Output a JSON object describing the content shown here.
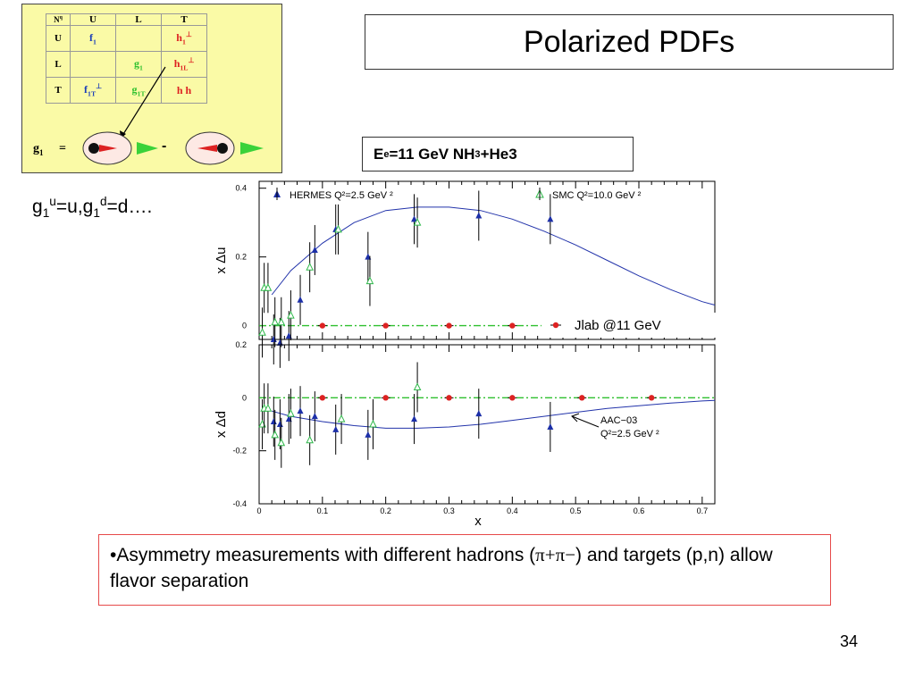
{
  "slide": {
    "title": "Polarized PDFs",
    "page_number": "34",
    "energy": {
      "prefix": "E",
      "sub": "e",
      "mid": " =11 GeV  NH",
      "sub2": "3",
      "suffix": "+He3"
    },
    "formula": {
      "a": "g",
      "a_sub": "1",
      "a_sup": "u",
      "b": "=u,g",
      "b_sub": "1",
      "b_sup": "d",
      "c": "=d…."
    },
    "bullet": {
      "text1": "•Asymmetry measurements with different hadrons (",
      "pi": "π+π−",
      "text2": ") and targets (p,n) allow flavor separation"
    }
  },
  "tmd_table": {
    "corner_n": "N",
    "corner_q": "q",
    "col_headers": [
      "U",
      "L",
      "T"
    ],
    "row_headers": [
      "U",
      "L",
      "T"
    ],
    "cells": [
      [
        "f",
        "",
        "h"
      ],
      [
        "",
        "g",
        "h"
      ],
      [
        "f",
        "g",
        "h  h"
      ]
    ],
    "g1_label": "g",
    "g1_sub": "1",
    "equals": "=",
    "minus": "-"
  },
  "chart_data": [
    {
      "type": "scatter",
      "ylabel": "x Δu",
      "ylim": [
        -0.04,
        0.42
      ],
      "yticks": [
        0,
        0.2,
        0.4
      ],
      "xlim": [
        0,
        0.72
      ],
      "series": [
        {
          "name": "HERMES Q²=2.5 GeV ²",
          "marker": "triangle",
          "color": "#1c2fa8",
          "points": [
            [
              0.023,
              -0.04
            ],
            [
              0.033,
              -0.05
            ],
            [
              0.047,
              -0.03
            ],
            [
              0.065,
              0.075
            ],
            [
              0.088,
              0.22
            ],
            [
              0.121,
              0.28
            ],
            [
              0.172,
              0.2
            ],
            [
              0.245,
              0.31
            ],
            [
              0.347,
              0.32
            ],
            [
              0.46,
              0.31
            ]
          ]
        },
        {
          "name": "SMC Q²=10.0 GeV ²",
          "marker": "triangle-open",
          "color": "#2fb84a",
          "points": [
            [
              0.005,
              -0.02
            ],
            [
              0.008,
              0.11
            ],
            [
              0.014,
              0.11
            ],
            [
              0.025,
              0.01
            ],
            [
              0.035,
              0.01
            ],
            [
              0.05,
              0.03
            ],
            [
              0.08,
              0.17
            ],
            [
              0.125,
              0.28
            ],
            [
              0.175,
              0.13
            ],
            [
              0.25,
              0.3
            ]
          ]
        },
        {
          "name": "Jlab @11 GeV",
          "marker": "circle",
          "color": "#dd2222",
          "points": [
            [
              0.1,
              0
            ],
            [
              0.2,
              0
            ],
            [
              0.3,
              0
            ],
            [
              0.4,
              0
            ],
            [
              0.51,
              0
            ],
            [
              0.62,
              0
            ]
          ]
        }
      ],
      "curve": [
        [
          0.02,
          0.09
        ],
        [
          0.05,
          0.16
        ],
        [
          0.1,
          0.24
        ],
        [
          0.15,
          0.3
        ],
        [
          0.2,
          0.335
        ],
        [
          0.25,
          0.345
        ],
        [
          0.3,
          0.345
        ],
        [
          0.35,
          0.335
        ],
        [
          0.4,
          0.31
        ],
        [
          0.45,
          0.275
        ],
        [
          0.5,
          0.235
        ],
        [
          0.55,
          0.19
        ],
        [
          0.6,
          0.145
        ],
        [
          0.65,
          0.105
        ],
        [
          0.7,
          0.07
        ],
        [
          0.72,
          0.06
        ]
      ]
    },
    {
      "type": "scatter",
      "ylabel": "x Δd",
      "xlabel": "x",
      "ylim": [
        -0.4,
        0.2
      ],
      "yticks": [
        -0.4,
        -0.2,
        0,
        0.2
      ],
      "xlim": [
        0,
        0.72
      ],
      "xticks": [
        0,
        0.1,
        0.2,
        0.3,
        0.4,
        0.5,
        0.6,
        0.7
      ],
      "annotation": {
        "line1": "AAC−03",
        "line2": "Q²=2.5 GeV ²"
      },
      "series": [
        {
          "name": "HERMES",
          "marker": "triangle",
          "color": "#1c2fa8",
          "points": [
            [
              0.023,
              -0.09
            ],
            [
              0.033,
              -0.1
            ],
            [
              0.047,
              -0.08
            ],
            [
              0.065,
              -0.05
            ],
            [
              0.088,
              -0.07
            ],
            [
              0.121,
              -0.12
            ],
            [
              0.172,
              -0.14
            ],
            [
              0.245,
              -0.08
            ],
            [
              0.347,
              -0.06
            ],
            [
              0.46,
              -0.11
            ]
          ]
        },
        {
          "name": "SMC",
          "marker": "triangle-open",
          "color": "#2fb84a",
          "points": [
            [
              0.005,
              -0.1
            ],
            [
              0.008,
              -0.04
            ],
            [
              0.014,
              -0.04
            ],
            [
              0.025,
              -0.14
            ],
            [
              0.035,
              -0.17
            ],
            [
              0.05,
              -0.06
            ],
            [
              0.08,
              -0.16
            ],
            [
              0.13,
              -0.08
            ],
            [
              0.18,
              -0.1
            ],
            [
              0.25,
              0.04
            ]
          ]
        },
        {
          "name": "Jlab",
          "marker": "circle",
          "color": "#dd2222",
          "points": [
            [
              0.1,
              0
            ],
            [
              0.2,
              0
            ],
            [
              0.3,
              0
            ],
            [
              0.4,
              0
            ],
            [
              0.51,
              0
            ],
            [
              0.62,
              0
            ]
          ]
        }
      ],
      "curve": [
        [
          0.02,
          -0.05
        ],
        [
          0.05,
          -0.07
        ],
        [
          0.1,
          -0.09
        ],
        [
          0.15,
          -0.105
        ],
        [
          0.2,
          -0.115
        ],
        [
          0.25,
          -0.115
        ],
        [
          0.3,
          -0.11
        ],
        [
          0.35,
          -0.1
        ],
        [
          0.4,
          -0.085
        ],
        [
          0.45,
          -0.07
        ],
        [
          0.5,
          -0.055
        ],
        [
          0.55,
          -0.04
        ],
        [
          0.6,
          -0.03
        ],
        [
          0.65,
          -0.02
        ],
        [
          0.7,
          -0.012
        ],
        [
          0.72,
          -0.01
        ]
      ]
    }
  ]
}
